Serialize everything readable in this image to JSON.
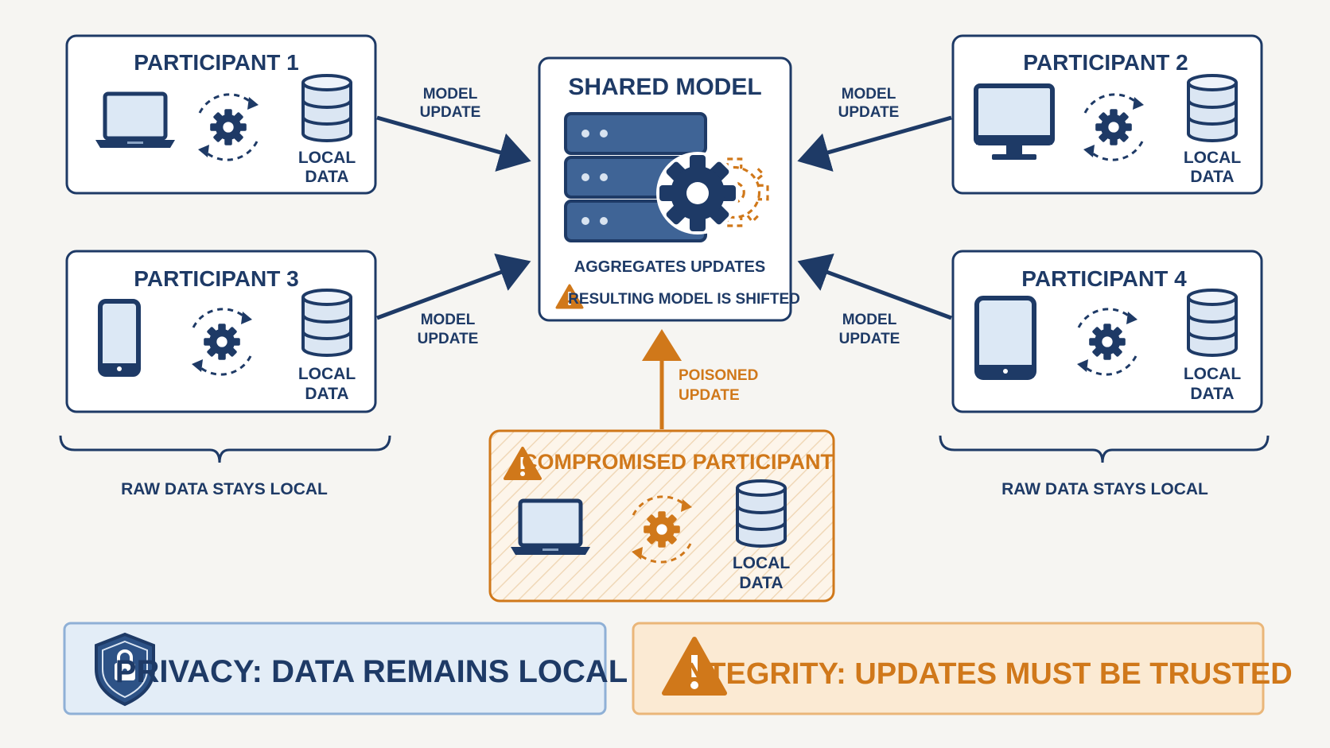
{
  "colors": {
    "navy": "#1e3a66",
    "orange": "#d0781a",
    "background": "#f6f5f2",
    "privacy_fill": "#e3edf7",
    "integrity_fill": "#fbead3"
  },
  "participants": [
    {
      "title": "PARTICIPANT 1",
      "device": "laptop-icon",
      "data_label": [
        "LOCAL",
        "DATA"
      ]
    },
    {
      "title": "PARTICIPANT 2",
      "device": "desktop-monitor-icon",
      "data_label": [
        "LOCAL",
        "DATA"
      ]
    },
    {
      "title": "PARTICIPANT 3",
      "device": "smartphone-icon",
      "data_label": [
        "LOCAL",
        "DATA"
      ]
    },
    {
      "title": "PARTICIPANT 4",
      "device": "tablet-icon",
      "data_label": [
        "LOCAL",
        "DATA"
      ]
    }
  ],
  "arrow_labels": {
    "update": [
      "MODEL",
      "UPDATE"
    ],
    "poisoned": [
      "POISONED",
      "UPDATE"
    ]
  },
  "shared_model": {
    "title": "SHARED MODEL",
    "aggregates": "AGGREGATES UPDATES",
    "warning": "RESULTING MODEL IS SHIFTED"
  },
  "compromised": {
    "title": "COMPROMISED PARTICIPANT",
    "device": "laptop-icon",
    "data_label": [
      "LOCAL",
      "DATA"
    ]
  },
  "brace_labels": {
    "left": "RAW DATA STAYS LOCAL",
    "right": "RAW DATA STAYS LOCAL"
  },
  "banners": {
    "privacy": "PRIVACY: DATA REMAINS LOCAL",
    "integrity": "INTEGRITY: UPDATES MUST BE TRUSTED"
  }
}
